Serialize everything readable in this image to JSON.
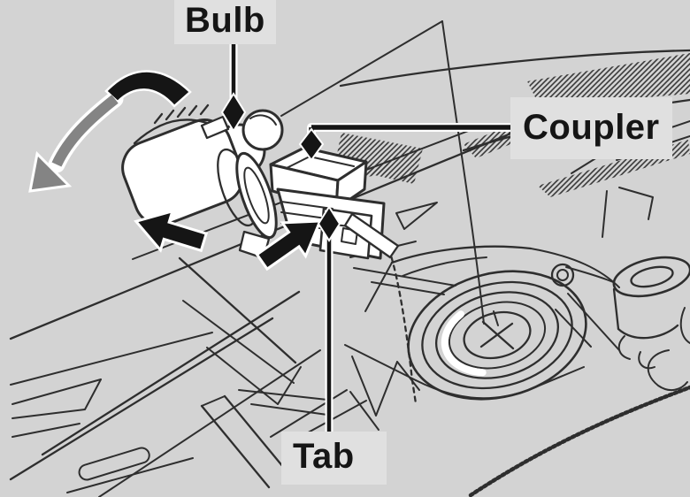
{
  "figure": {
    "kind": "owners-manual line-art illustration",
    "subject": "headlight bulb replacement in engine bay",
    "labels": {
      "bulb": "Bulb",
      "coupler": "Coupler",
      "tab": "Tab"
    },
    "icons": {
      "rotate_arrow": "curved-rotate-counterclockwise-arrow",
      "pull_arrow": "solid-block-arrow-left",
      "press_arrow": "solid-block-arrow-right",
      "leader_tip": "diamond-arrowhead"
    },
    "colors": {
      "background": "#d3d3d3",
      "label_background": "#e0e0e0",
      "text": "#151515",
      "line_art": "#2e2e2e",
      "arrow_black": "#151515",
      "arrow_gray": "#848484",
      "white_fill": "#ffffff",
      "socket_fill": "#c6c6c6"
    }
  }
}
